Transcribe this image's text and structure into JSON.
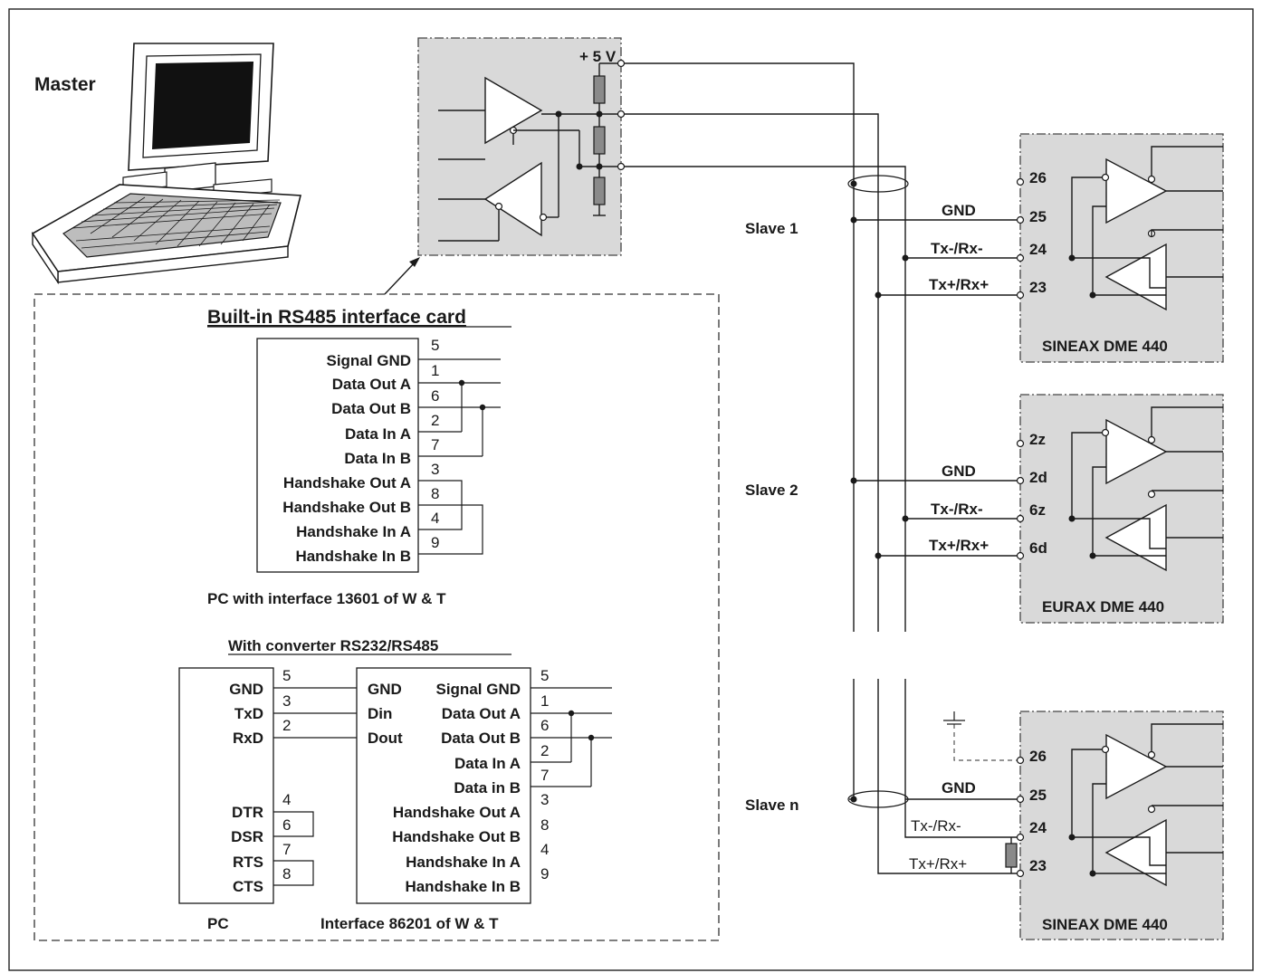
{
  "master_label": "Master",
  "supply_label": "+ 5 V",
  "card_title": "Built-in RS485 interface card",
  "card_pins": {
    "labels": [
      "Signal GND",
      "Data Out A",
      "Data Out B",
      "Data In A",
      "Data In B",
      "Handshake Out A",
      "Handshake Out B",
      "Handshake In A",
      "Handshake In B"
    ],
    "numbers": [
      "5",
      "1",
      "6",
      "2",
      "7",
      "3",
      "8",
      "4",
      "9"
    ]
  },
  "card_caption": "PC with interface 13601 of W & T",
  "converter_title": "With converter RS232/RS485",
  "pc_pins": {
    "labels": [
      "GND",
      "TxD",
      "RxD",
      "DTR",
      "DSR",
      "RTS",
      "CTS"
    ],
    "numbers": [
      "5",
      "3",
      "2",
      "4",
      "6",
      "7",
      "8"
    ]
  },
  "conv_left_labels": [
    "GND",
    "Din",
    "Dout"
  ],
  "conv_right_labels": [
    "Signal GND",
    "Data Out A",
    "Data Out B",
    "Data In A",
    "Data in B",
    "Handshake Out A",
    "Handshake Out B",
    "Handshake In A",
    "Handshake In B"
  ],
  "conv_right_numbers": [
    "5",
    "1",
    "6",
    "2",
    "7",
    "3",
    "8",
    "4",
    "9"
  ],
  "pc_caption": "PC",
  "conv_caption": "Interface 86201 of W & T",
  "slaves": [
    {
      "label": "Slave 1",
      "device": "SINEAX DME 440",
      "pins": [
        "26",
        "25",
        "24",
        "23"
      ]
    },
    {
      "label": "Slave 2",
      "device": "EURAX DME 440",
      "pins": [
        "2z",
        "2d",
        "6z",
        "6d"
      ]
    },
    {
      "label": "Slave n",
      "device": "SINEAX DME 440",
      "pins": [
        "26",
        "25",
        "24",
        "23"
      ]
    }
  ],
  "wire_labels": {
    "gnd": "GND",
    "tx_minus": "Tx-/Rx-",
    "tx_plus": "Tx+/Rx+"
  }
}
